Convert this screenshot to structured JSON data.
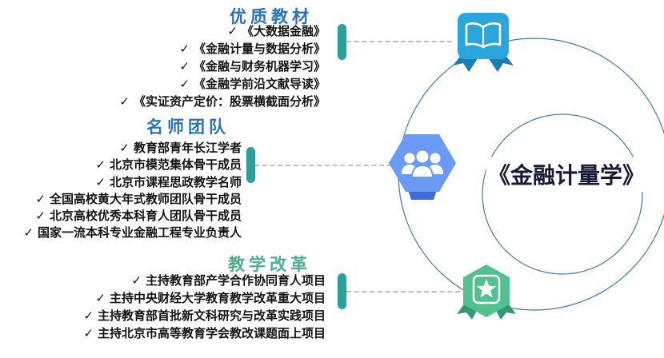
{
  "glyphs": {
    "check": "✓"
  },
  "center": {
    "title": "《金融计量学》"
  },
  "sections": [
    {
      "heading": "优质教材",
      "items": [
        "《大数据金融》",
        "《金融计量与数据分析》",
        "《金融与财务机器学习》",
        "《金融学前沿文献导读》",
        "《实证资产定价：股票横截面分析》"
      ]
    },
    {
      "heading": "名师团队",
      "items": [
        "教育部青年长江学者",
        "北京市模范集体骨干成员",
        "北京市课程思政教学名师",
        "全国高校黄大年式教师团队骨干成员",
        "北京高校优秀本科育人团队骨干成员",
        "国家一流本科专业金融工程专业负责人"
      ]
    },
    {
      "heading": "教学改革",
      "items": [
        "主持教育部产学合作协同育人项目",
        "主持中央财经大学教育教学改革重大项目",
        "主持教育部首批新文科研究与改革实践项目",
        "主持北京市高等教育学会教改课题面上项目"
      ]
    }
  ],
  "icons": {
    "textbooks": "book-badge-icon",
    "team": "team-people-icon",
    "reform": "star-badge-icon"
  },
  "colors": {
    "heading_blue": "#2E74B5",
    "heading_green": "#4FAE8D",
    "pill_teal": "#2E9E9B",
    "book_badge_blue": "#2AA6DD",
    "book_ribbon_blue": "#1A7EB5",
    "team_hex_blue": "#6A9AF4",
    "team_base_blue": "#3D6BD8",
    "star_hex_green": "#53C08F",
    "star_ribbon_green": "#2E9B72",
    "circle_stroke": "#4577AD",
    "connector_gray": "#BDBDBD",
    "title_color": "#171A33"
  }
}
